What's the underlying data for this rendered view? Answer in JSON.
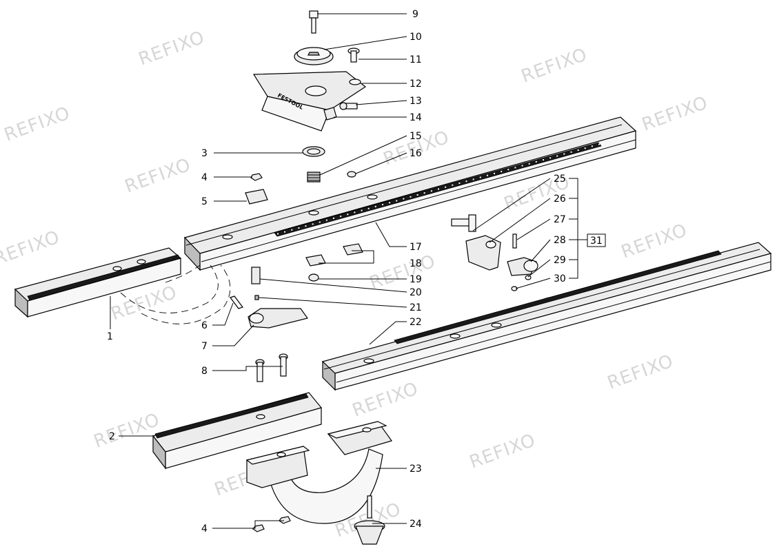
{
  "watermark": "REFIXO",
  "callouts": [
    {
      "id": "c1",
      "label": "1"
    },
    {
      "id": "c2",
      "label": "2"
    },
    {
      "id": "c3",
      "label": "3"
    },
    {
      "id": "c4a",
      "label": "4"
    },
    {
      "id": "c4b",
      "label": "4"
    },
    {
      "id": "c5",
      "label": "5"
    },
    {
      "id": "c6",
      "label": "6"
    },
    {
      "id": "c7",
      "label": "7"
    },
    {
      "id": "c8",
      "label": "8"
    },
    {
      "id": "c9",
      "label": "9"
    },
    {
      "id": "c10",
      "label": "10"
    },
    {
      "id": "c11",
      "label": "11"
    },
    {
      "id": "c12",
      "label": "12"
    },
    {
      "id": "c13",
      "label": "13"
    },
    {
      "id": "c14",
      "label": "14"
    },
    {
      "id": "c15",
      "label": "15"
    },
    {
      "id": "c16",
      "label": "16"
    },
    {
      "id": "c17",
      "label": "17"
    },
    {
      "id": "c18",
      "label": "18"
    },
    {
      "id": "c19",
      "label": "19"
    },
    {
      "id": "c20",
      "label": "20"
    },
    {
      "id": "c21",
      "label": "21"
    },
    {
      "id": "c22",
      "label": "22"
    },
    {
      "id": "c23",
      "label": "23"
    },
    {
      "id": "c24",
      "label": "24"
    },
    {
      "id": "c25",
      "label": "25"
    },
    {
      "id": "c26",
      "label": "26"
    },
    {
      "id": "c27",
      "label": "27"
    },
    {
      "id": "c28",
      "label": "28"
    },
    {
      "id": "c29",
      "label": "29"
    },
    {
      "id": "c30",
      "label": "30"
    },
    {
      "id": "c31",
      "label": "31"
    }
  ],
  "brand_plate": "FESTOOL"
}
